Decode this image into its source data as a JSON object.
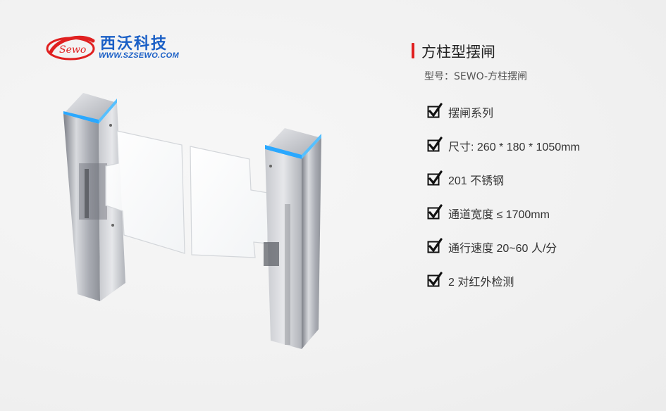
{
  "logo": {
    "mark_text": "Sewo",
    "name_cn": "西沃科技",
    "url": "WWW.SZSEWO.COM",
    "colors": {
      "brand_blue": "#1a5fc6",
      "swoosh_red": "#e02020"
    }
  },
  "product": {
    "illustration": "stainless-swing-gate-icon",
    "colors": {
      "led_blue": "#2aa8ff",
      "steel": "#b9bcc2"
    }
  },
  "info": {
    "title": "方柱型摆闸",
    "model": "型号：SEWO-方柱摆闸",
    "accent_color": "#e02020",
    "check_icon": "checkbox-checked-icon",
    "features": [
      {
        "text": "摆闸系列"
      },
      {
        "text": "尺寸: 260 * 180 * 1050mm"
      },
      {
        "text": "201 不锈钢"
      },
      {
        "text": "通道宽度 ≤ 1700mm"
      },
      {
        "text": "通行速度 20~60 人/分"
      },
      {
        "text": "2 对红外检测"
      }
    ]
  }
}
